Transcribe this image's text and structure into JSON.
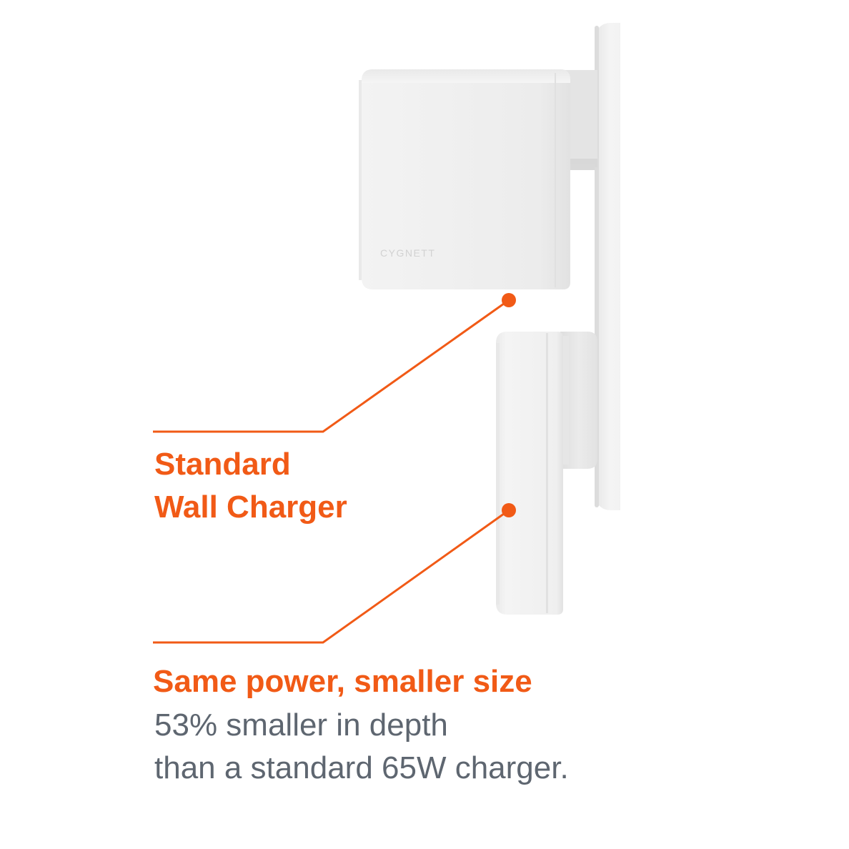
{
  "brand_mark": "CYGNETT",
  "callouts": {
    "standard": {
      "line1": "Standard",
      "line2": "Wall Charger"
    },
    "compact": {
      "headline": "Same power, smaller size",
      "line1": "53% smaller in depth",
      "line2": "than a standard 65W charger."
    }
  },
  "colors": {
    "accent": "#f15a16",
    "body_text": "#5e6670",
    "device": "#eeeeee"
  }
}
